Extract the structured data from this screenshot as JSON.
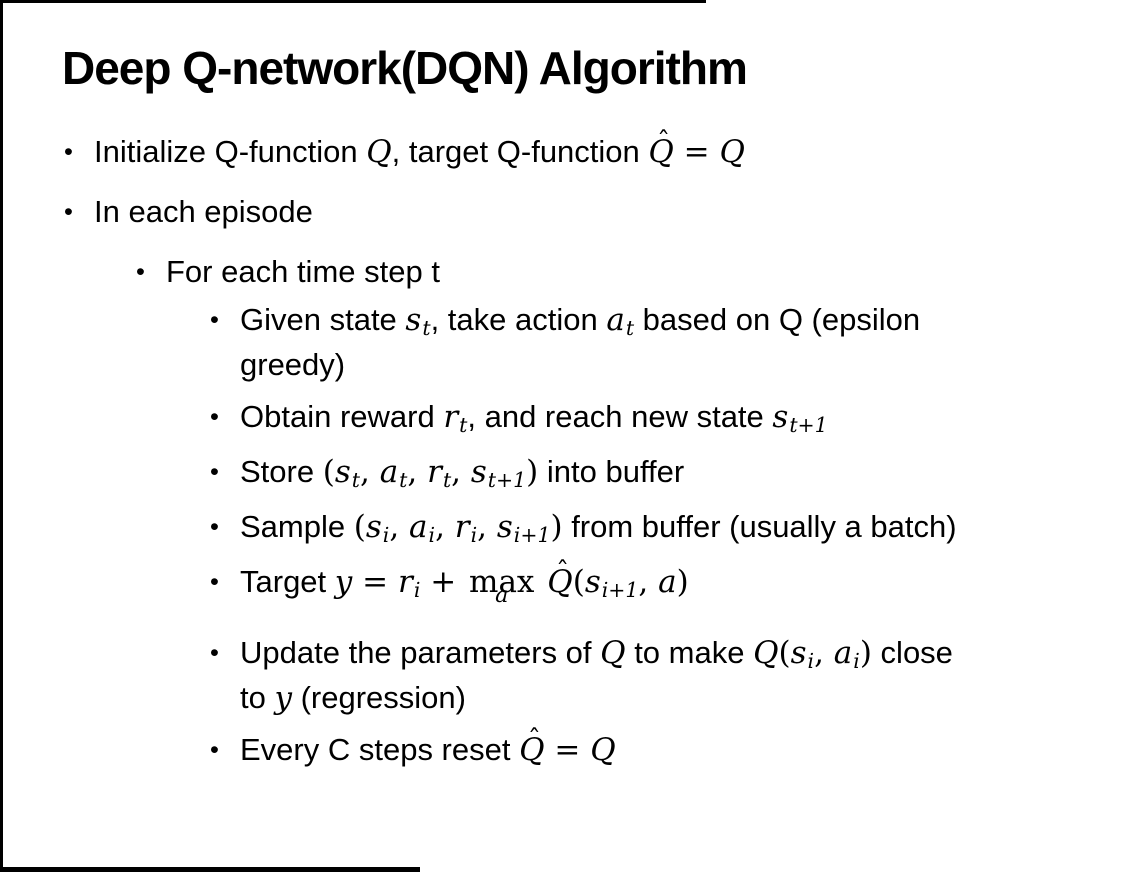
{
  "page": {
    "title": "Deep Q-network(DQN) Algorithm"
  },
  "bullet_char": "•",
  "hat_char": "ˆ",
  "colors": {
    "background": "#ffffff",
    "text": "#000000",
    "border": "#000000"
  },
  "bullets": [
    {
      "level": 1,
      "lines": [
        [
          {
            "k": "t",
            "v": "Initialize Q-function "
          },
          {
            "k": "m",
            "v": "Q"
          },
          {
            "k": "t",
            "v": ", target Q-function "
          },
          {
            "k": "hat",
            "v": "Q"
          },
          {
            "k": "o",
            "v": " = "
          },
          {
            "k": "m",
            "v": "Q"
          }
        ]
      ]
    },
    {
      "level": 1,
      "lines": [
        [
          {
            "k": "t",
            "v": "In each episode"
          }
        ]
      ]
    },
    {
      "level": 2,
      "lines": [
        [
          {
            "k": "t",
            "v": "For each time step t"
          }
        ]
      ]
    },
    {
      "level": 3,
      "lines": [
        [
          {
            "k": "t",
            "v": "Given state "
          },
          {
            "k": "m",
            "v": "s",
            "sub": "t"
          },
          {
            "k": "t",
            "v": ", take action "
          },
          {
            "k": "m",
            "v": "a",
            "sub": "t"
          },
          {
            "k": "t",
            "v": " based on Q (epsilon"
          }
        ],
        [
          {
            "k": "t",
            "v": "greedy)"
          }
        ]
      ]
    },
    {
      "level": 3,
      "lines": [
        [
          {
            "k": "t",
            "v": "Obtain reward "
          },
          {
            "k": "m",
            "v": "r",
            "sub": "t"
          },
          {
            "k": "t",
            "v": ", and reach new state "
          },
          {
            "k": "m",
            "v": "s",
            "sub": "t+1"
          }
        ]
      ]
    },
    {
      "level": 3,
      "lines": [
        [
          {
            "k": "t",
            "v": "Store "
          },
          {
            "k": "o",
            "v": "("
          },
          {
            "k": "m",
            "v": "s",
            "sub": "t"
          },
          {
            "k": "o",
            "v": ", "
          },
          {
            "k": "m",
            "v": "a",
            "sub": "t"
          },
          {
            "k": "o",
            "v": ", "
          },
          {
            "k": "m",
            "v": "r",
            "sub": "t"
          },
          {
            "k": "o",
            "v": ", "
          },
          {
            "k": "m",
            "v": "s",
            "sub": "t+1"
          },
          {
            "k": "o",
            "v": ")"
          },
          {
            "k": "t",
            "v": " into buffer"
          }
        ]
      ]
    },
    {
      "level": 3,
      "lines": [
        [
          {
            "k": "t",
            "v": "Sample "
          },
          {
            "k": "o",
            "v": "("
          },
          {
            "k": "m",
            "v": "s",
            "sub": "i"
          },
          {
            "k": "o",
            "v": ", "
          },
          {
            "k": "m",
            "v": "a",
            "sub": "i"
          },
          {
            "k": "o",
            "v": ", "
          },
          {
            "k": "m",
            "v": "r",
            "sub": "i"
          },
          {
            "k": "o",
            "v": ", "
          },
          {
            "k": "m",
            "v": "s",
            "sub": "i+1"
          },
          {
            "k": "o",
            "v": ")"
          },
          {
            "k": "t",
            "v": " from buffer (usually a batch)"
          }
        ]
      ]
    },
    {
      "level": 3,
      "lines": [
        [
          {
            "k": "t",
            "v": "Target "
          },
          {
            "k": "m",
            "v": "y"
          },
          {
            "k": "o",
            "v": " = "
          },
          {
            "k": "m",
            "v": "r",
            "sub": "i"
          },
          {
            "k": "o",
            "v": " + "
          },
          {
            "k": "under",
            "v": "max",
            "u": "a"
          },
          {
            "k": "o",
            "v": " "
          },
          {
            "k": "hat",
            "v": "Q"
          },
          {
            "k": "o",
            "v": "("
          },
          {
            "k": "m",
            "v": "s",
            "sub": "i+1"
          },
          {
            "k": "o",
            "v": ", "
          },
          {
            "k": "m",
            "v": "a"
          },
          {
            "k": "o",
            "v": ")"
          }
        ]
      ]
    },
    {
      "level": 3,
      "lines": [
        [
          {
            "k": "t",
            "v": "Update the parameters of "
          },
          {
            "k": "m",
            "v": "Q"
          },
          {
            "k": "t",
            "v": " to make "
          },
          {
            "k": "m",
            "v": "Q"
          },
          {
            "k": "o",
            "v": "("
          },
          {
            "k": "m",
            "v": "s",
            "sub": "i"
          },
          {
            "k": "o",
            "v": ", "
          },
          {
            "k": "m",
            "v": "a",
            "sub": "i"
          },
          {
            "k": "o",
            "v": ")"
          },
          {
            "k": "t",
            "v": " close"
          }
        ],
        [
          {
            "k": "t",
            "v": "to "
          },
          {
            "k": "m",
            "v": "y"
          },
          {
            "k": "t",
            "v": " (regression)"
          }
        ]
      ]
    },
    {
      "level": 3,
      "lines": [
        [
          {
            "k": "t",
            "v": "Every C steps reset "
          },
          {
            "k": "hat",
            "v": "Q"
          },
          {
            "k": "o",
            "v": " = "
          },
          {
            "k": "m",
            "v": "Q"
          }
        ]
      ]
    }
  ]
}
